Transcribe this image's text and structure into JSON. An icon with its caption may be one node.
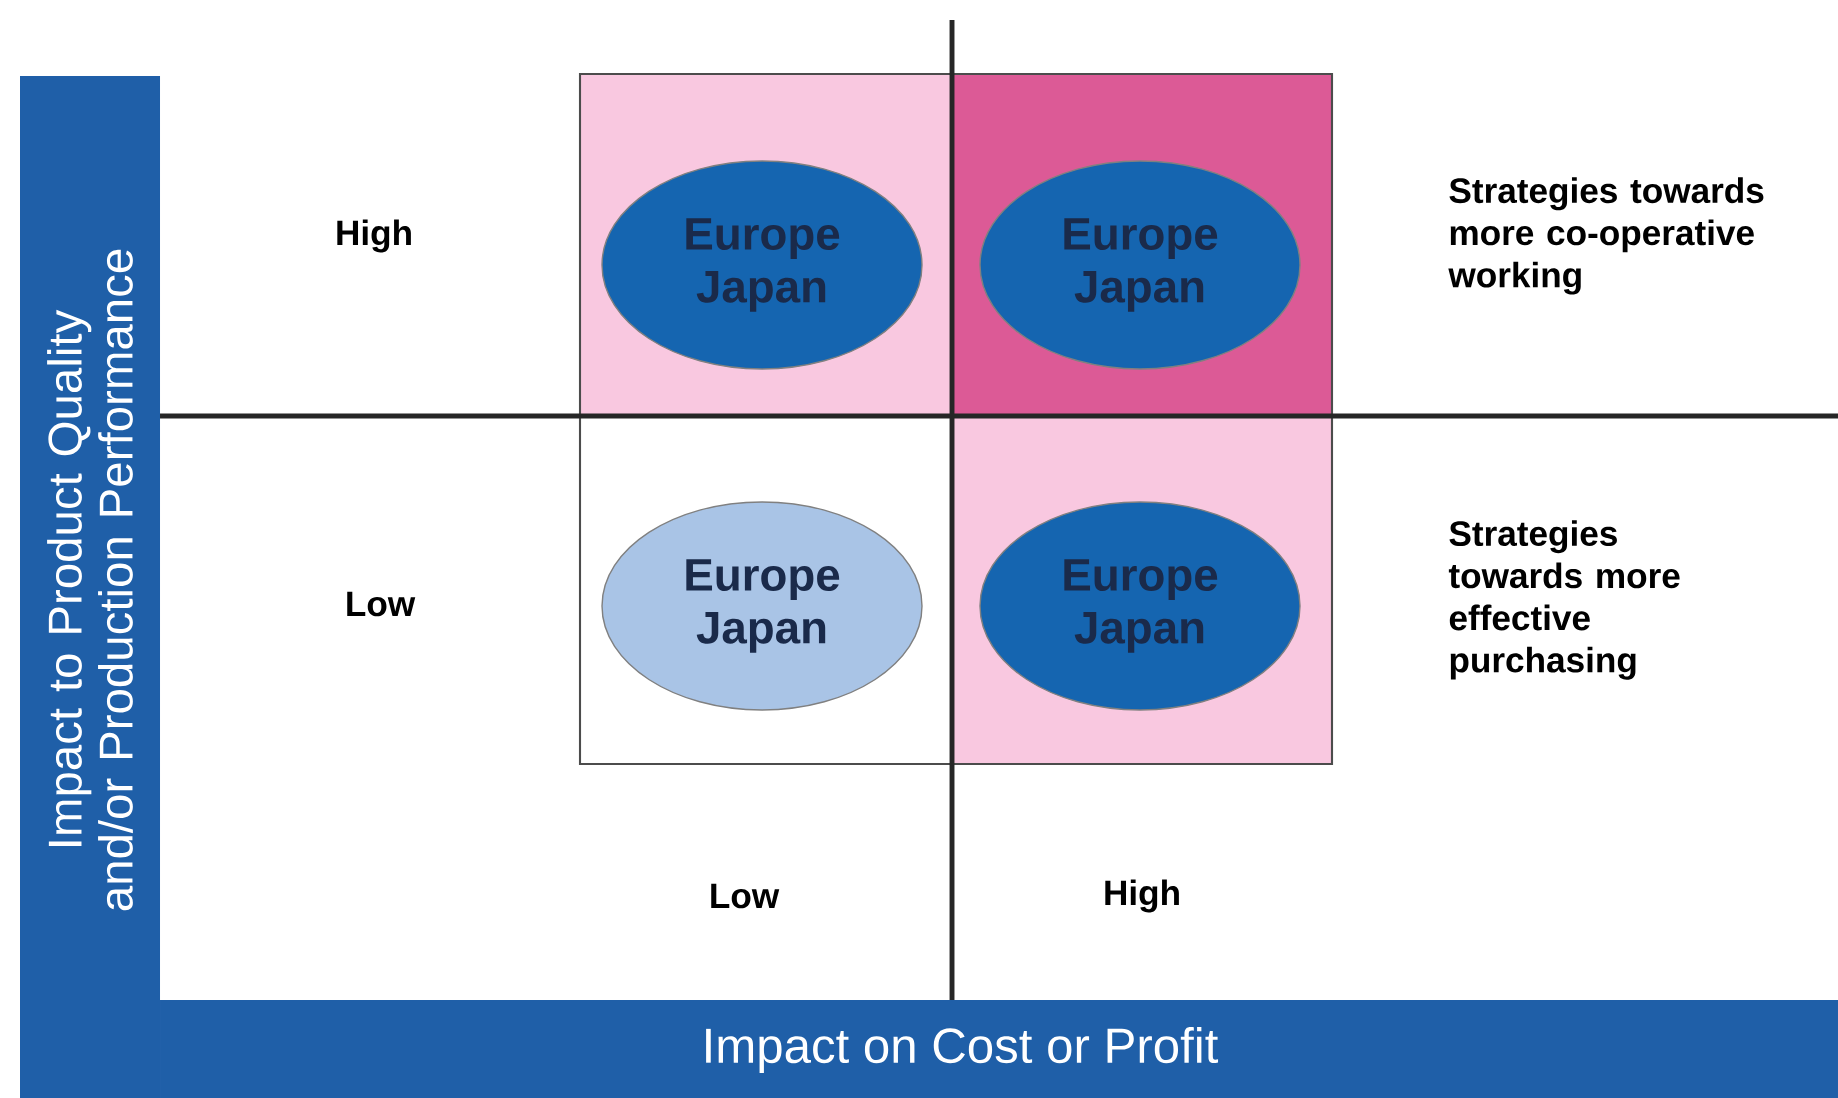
{
  "diagram": {
    "nodes": [
      {
        "text": [],
        "shape": "box"
      },
      {
        "text": [
          "Europe Japan"
        ],
        "in": 0
      },
      {
        "text": [],
        "shape": "box"
      },
      {
        "text": [
          "Europe Japan"
        ],
        "in": 2
      },
      {
        "text": [],
        "shape": "box"
      },
      {
        "text": [
          "Europe Japan"
        ],
        "in": 4
      },
      {
        "text": [],
        "shape": "box"
      },
      {
        "text": [
          "Europe Japan"
        ],
        "in": 6
      }
    ],
    "labels": [
      "Impact to Product Quality and/or Production Performance",
      "High",
      "Strategies towards more co-operative working",
      "Low",
      "Strategies towards more effective purchasing",
      "Low",
      "High",
      "Impact on Cost or Profit"
    ]
  }
}
